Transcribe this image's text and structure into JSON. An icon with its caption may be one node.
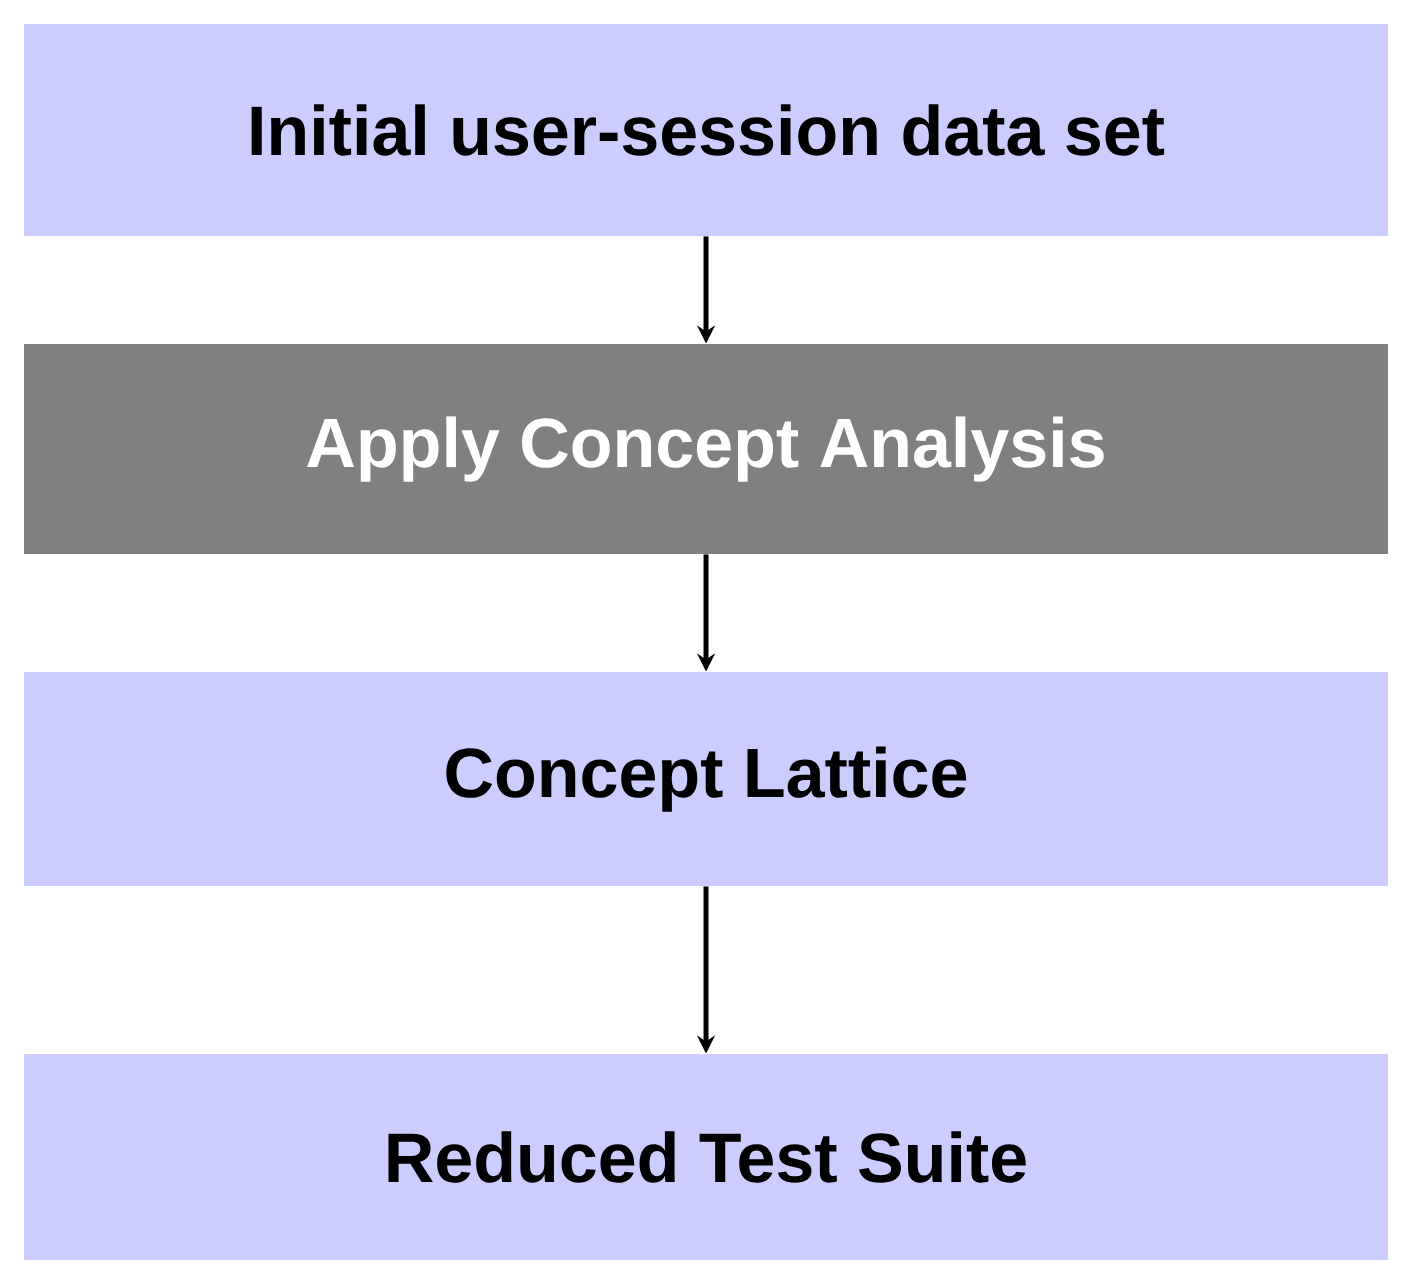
{
  "diagram": {
    "nodes": [
      {
        "text": [
          "Initial user-session data set"
        ]
      },
      {
        "text": [
          "Apply Concept Analysis"
        ]
      },
      {
        "text": [
          "Concept Lattice"
        ]
      },
      {
        "text": [
          "Reduced Test Suite"
        ]
      }
    ],
    "edges": [
      {
        "from": 0,
        "to": 1,
        "arrow": "to"
      },
      {
        "from": 1,
        "to": 2,
        "arrow": "to"
      },
      {
        "from": 2,
        "to": 3,
        "arrow": "to"
      }
    ]
  }
}
